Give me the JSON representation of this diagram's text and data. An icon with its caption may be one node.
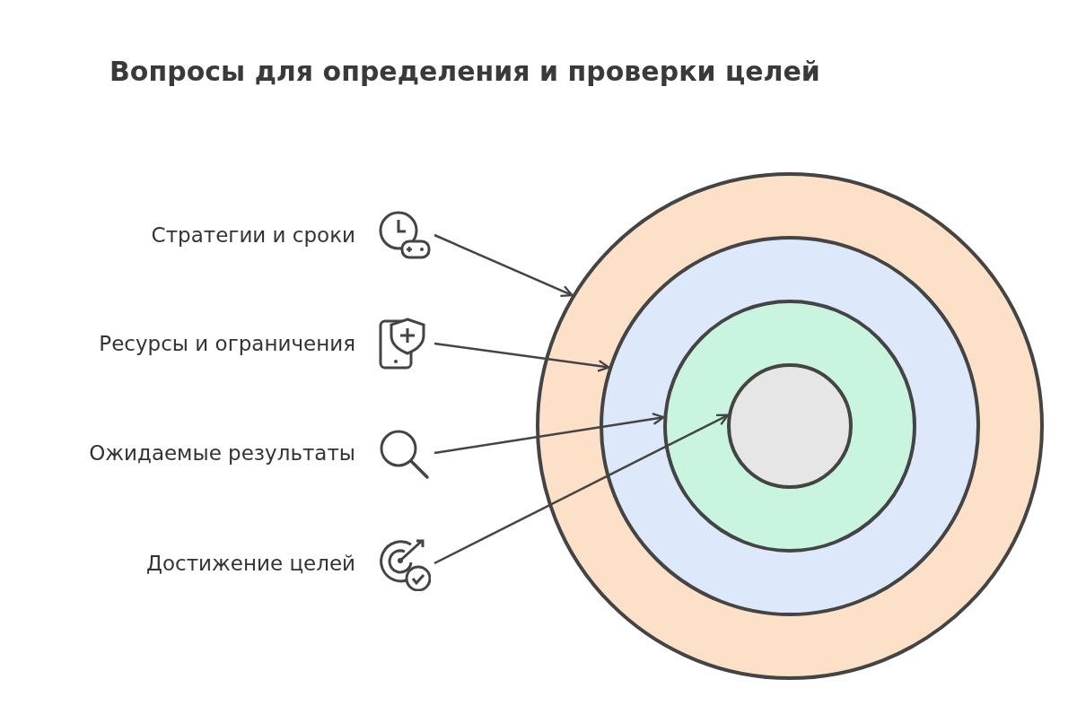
{
  "diagram": {
    "title": "Вопросы для определения и проверки целей",
    "nodes": [
      {
        "text": [],
        "shape": "circle"
      },
      {
        "text": [],
        "shape": "circle",
        "in": 0
      },
      {
        "text": [],
        "shape": "circle",
        "in": 1
      },
      {
        "text": [],
        "shape": "circle",
        "in": 2
      },
      {
        "text": [
          "Стратегии и сроки"
        ]
      },
      {
        "text": [
          "Ресурсы и ограничения"
        ]
      },
      {
        "text": [
          "Ожидаемые результаты"
        ]
      },
      {
        "text": [
          "Достижение целей"
        ]
      }
    ],
    "edges": [
      {
        "from": 4,
        "to": 0,
        "arrow": "to"
      },
      {
        "from": 5,
        "to": 1,
        "arrow": "to"
      },
      {
        "from": 6,
        "to": 2,
        "arrow": "to"
      },
      {
        "from": 7,
        "to": 3,
        "arrow": "to"
      }
    ]
  }
}
